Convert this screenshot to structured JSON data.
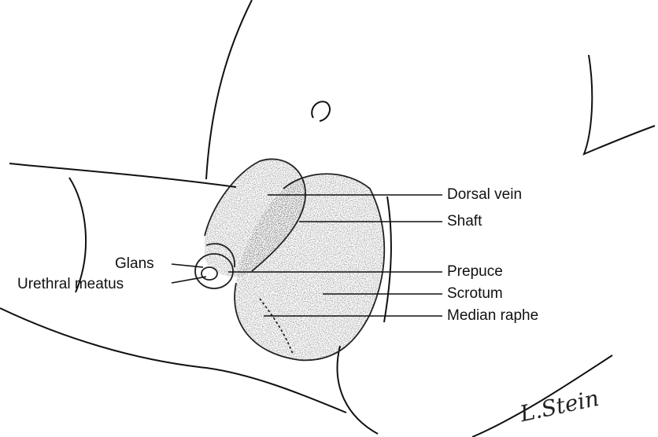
{
  "labels": {
    "dorsal_vein": "Dorsal vein",
    "shaft": "Shaft",
    "glans": "Glans",
    "urethral_meatus": "Urethral meatus",
    "prepuce": "Prepuce",
    "scrotum": "Scrotum",
    "median_raphe": "Median raphe"
  },
  "signature": "L.Stein",
  "colors": {
    "ink": "#111111",
    "stipple": "#7a7a7a",
    "background": "#ffffff"
  }
}
